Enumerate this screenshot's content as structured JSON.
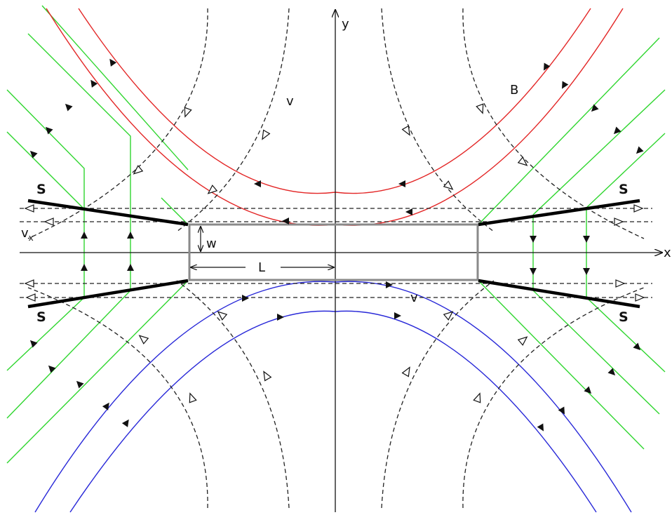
{
  "labels": {
    "x_axis": "x",
    "y_axis": "y",
    "B": "B",
    "v_top": "v",
    "v_bottom": "v",
    "vx_main": "v",
    "vx_sub": "x",
    "w": "w",
    "L": "L",
    "S": "S"
  },
  "colors": {
    "field_above": "#e32626",
    "field_below": "#2828d8",
    "field_side": "#2fd62f",
    "flow": "#222222",
    "current_sheet": "#8a8a8a",
    "separatrix": "#000000"
  }
}
